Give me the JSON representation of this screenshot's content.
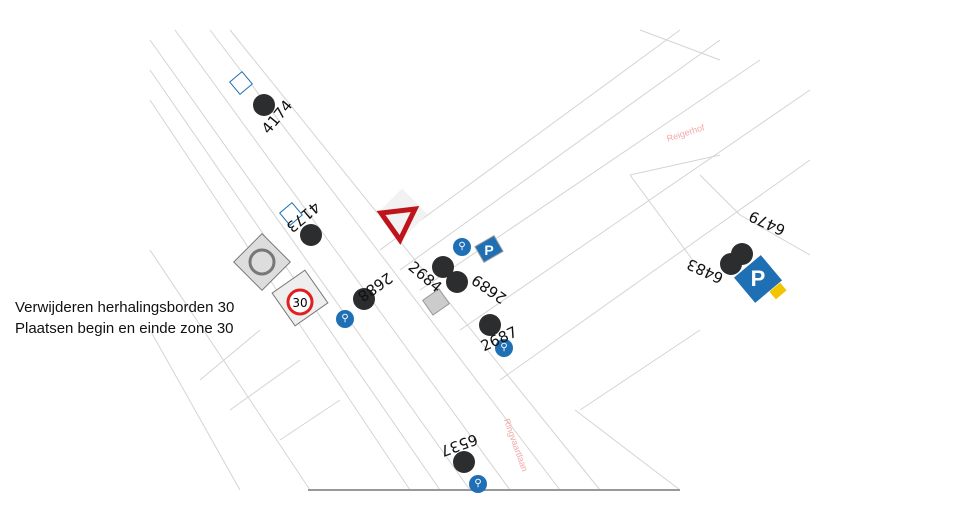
{
  "notes": [
    "Verwijderen herhalingsborden 30",
    "Plaatsen begin en einde zone 30"
  ],
  "streets": [
    "Reigerhof",
    "Ringvaartlaan"
  ],
  "sign_ids": [
    "4174",
    "4173",
    "2688",
    "2684",
    "2689",
    "2687",
    "6537",
    "6483",
    "6479"
  ],
  "zone_sign_text": "30",
  "parking_letter": "P",
  "colors": {
    "marker": "#2b2d2f",
    "bike_sign": "#1f6fb5",
    "yield": "#c0141c",
    "street_label": "#f3a8a8",
    "parking": "#1f6fb5",
    "yellow": "#f2c500"
  }
}
